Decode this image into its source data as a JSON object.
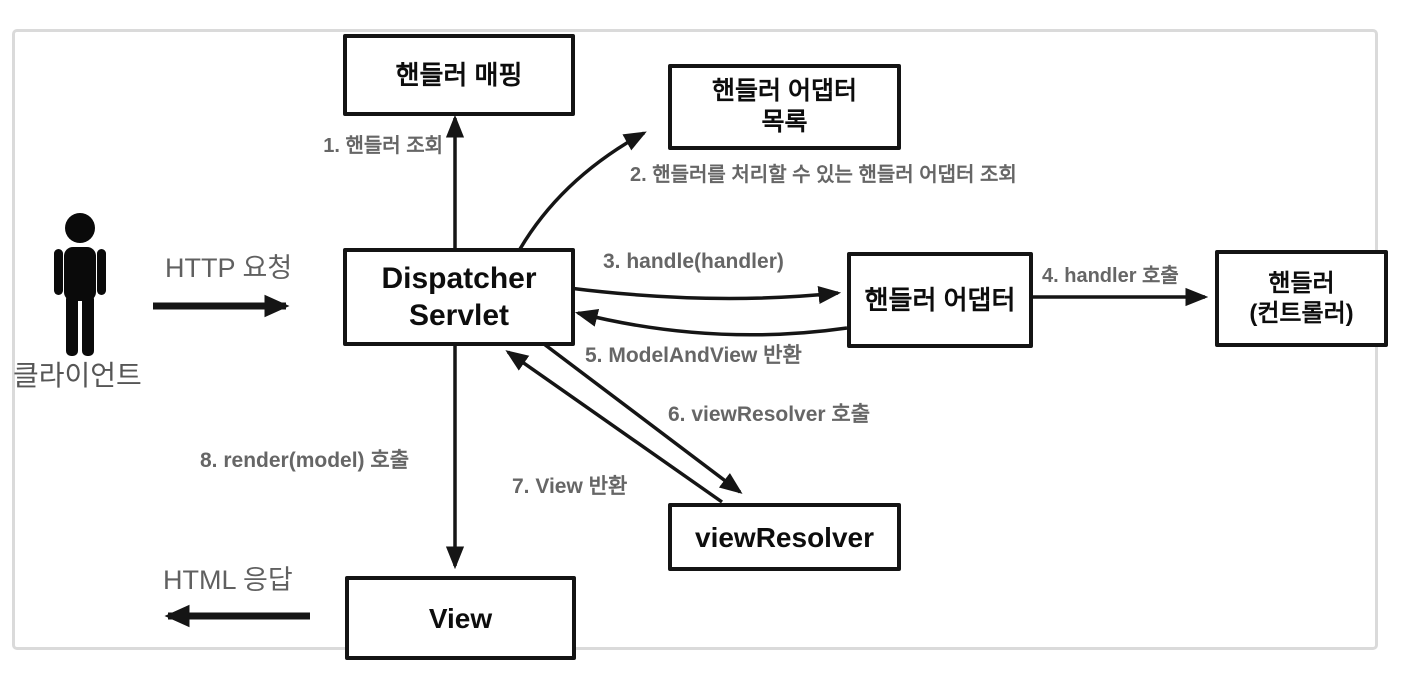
{
  "actor": {
    "label": "클라이언트",
    "icon": "person-icon"
  },
  "nodes": {
    "handler_mapping": {
      "label": "핸들러 매핑"
    },
    "handler_adapter_list": {
      "lines": [
        "핸들러 어댑터",
        "목록"
      ]
    },
    "dispatcher_servlet": {
      "lines": [
        "Dispatcher",
        "Servlet"
      ]
    },
    "handler_adapter": {
      "label": "핸들러 어댑터"
    },
    "handler_controller": {
      "lines": [
        "핸들러",
        "(컨트롤러)"
      ]
    },
    "view_resolver": {
      "label": "viewResolver"
    },
    "view": {
      "label": "View"
    }
  },
  "edges": {
    "http_request": {
      "label": "HTTP 요청"
    },
    "html_response": {
      "label": "HTML 응답"
    },
    "step1": {
      "label": "1. 핸들러 조회"
    },
    "step2": {
      "label": "2. 핸들러를 처리할 수 있는 핸들러 어댑터 조회"
    },
    "step3": {
      "label": "3. handle(handler)"
    },
    "step4": {
      "label": "4. handler 호출"
    },
    "step5": {
      "label": "5. ModelAndView 반환"
    },
    "step6": {
      "label": "6. viewResolver 호출"
    },
    "step7": {
      "label": "7. View 반환"
    },
    "step8": {
      "label": "8. render(model) 호출"
    }
  },
  "colors": {
    "line": "#151515",
    "box_border": "#141414",
    "step_label": "#666666",
    "big_label": "#606060",
    "frame_border": "#dadada",
    "background": "#ffffff"
  }
}
